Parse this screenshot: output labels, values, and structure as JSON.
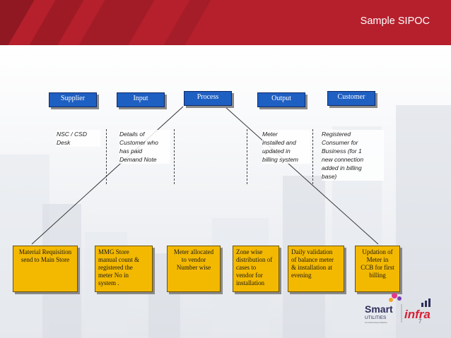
{
  "header": {
    "title": "Sample SIPOC"
  },
  "sipoc": {
    "supplier": "Supplier",
    "input": "Input",
    "process": "Process",
    "output": "Output",
    "customer": "Customer"
  },
  "columns": {
    "supplier_text": "NSC / CSD\nDesk",
    "input_text": "Details of\nCustomer who\nhas paid\nDemand Note",
    "output_text": "Meter\ninstalled and\nupdated in\nbilling system",
    "customer_text": "Registered\nConsumer for\nBusiness (for 1\nnew connection\nadded in billing\nbase)"
  },
  "process_steps": [
    "Material Requisition\nsend  to Main Store",
    "MMG Store\nmanual count  &\nregistered  the\nmeter No  in\nsystem .",
    "Meter  allocated\nto vendor\nNumber wise",
    "Zone wise\ndistribution of\ncases to\nvendor for\ninstallation",
    "Daily validation\nof balance meter\n& installation at\nevening",
    "Updation of\nMeter  in\nCCB for first\nbilling"
  ],
  "logo": {
    "smart": "Smart",
    "utilities": "UTILITIES",
    "tagline": "An Infra Group Initiative",
    "infra": "infra"
  },
  "page_number": "7",
  "colors": {
    "header_red": "#b5202c",
    "box_blue": "#1e5fc2",
    "step_yellow": "#f3b800"
  }
}
